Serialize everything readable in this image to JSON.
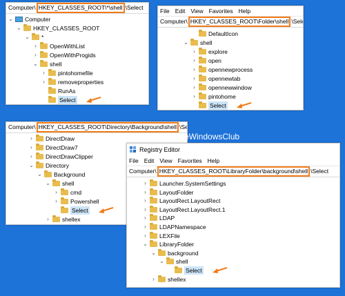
{
  "panel1": {
    "address": {
      "prefix": "Computer\\",
      "highlight": "HKEY_CLASSES_ROOT\\*\\shell",
      "suffix": "\\Select"
    },
    "tree": [
      {
        "label": "Computer",
        "indent": 0,
        "expander": "⌄",
        "icon": "computer"
      },
      {
        "label": "HKEY_CLASSES_ROOT",
        "indent": 1,
        "expander": "⌄",
        "icon": "folder"
      },
      {
        "label": "*",
        "indent": 2,
        "expander": "⌄",
        "icon": "folder"
      },
      {
        "label": "OpenWithList",
        "indent": 3,
        "expander": "›",
        "icon": "folder"
      },
      {
        "label": "OpenWithProgids",
        "indent": 3,
        "expander": "›",
        "icon": "folder"
      },
      {
        "label": "shell",
        "indent": 3,
        "expander": "⌄",
        "icon": "folder"
      },
      {
        "label": "pintohomefile",
        "indent": 4,
        "expander": "›",
        "icon": "folder"
      },
      {
        "label": "removeproperties",
        "indent": 4,
        "expander": "›",
        "icon": "folder"
      },
      {
        "label": "RunAs",
        "indent": 4,
        "expander": "",
        "icon": "folder"
      },
      {
        "label": "Select",
        "indent": 4,
        "expander": "",
        "icon": "folder",
        "selected": true
      }
    ]
  },
  "panel2": {
    "menu": [
      "File",
      "Edit",
      "View",
      "Favorites",
      "Help"
    ],
    "address": {
      "prefix": "Computer\\",
      "highlight": "HKEY_CLASSES_ROOT\\Folder\\shell",
      "suffix": "\\Select"
    },
    "tree": [
      {
        "label": "DefaultIcon",
        "indent": 1,
        "expander": "",
        "icon": "folder"
      },
      {
        "label": "shell",
        "indent": 0,
        "expander": "⌄",
        "icon": "folder"
      },
      {
        "label": "explore",
        "indent": 1,
        "expander": "›",
        "icon": "folder"
      },
      {
        "label": "open",
        "indent": 1,
        "expander": "›",
        "icon": "folder"
      },
      {
        "label": "opennewprocess",
        "indent": 1,
        "expander": "›",
        "icon": "folder"
      },
      {
        "label": "opennewtab",
        "indent": 1,
        "expander": "›",
        "icon": "folder"
      },
      {
        "label": "opennewwindow",
        "indent": 1,
        "expander": "›",
        "icon": "folder"
      },
      {
        "label": "pintohome",
        "indent": 1,
        "expander": "›",
        "icon": "folder"
      },
      {
        "label": "Select",
        "indent": 1,
        "expander": "",
        "icon": "folder",
        "selected": true
      }
    ]
  },
  "panel3": {
    "address": {
      "prefix": "Computer\\",
      "highlight": "HKEY_CLASSES_ROOT\\Directory\\Background\\shell",
      "suffix": "\\Select"
    },
    "tree": [
      {
        "label": "DirectDraw",
        "indent": 0,
        "expander": "›",
        "icon": "folder"
      },
      {
        "label": "DirectDraw7",
        "indent": 0,
        "expander": "›",
        "icon": "folder"
      },
      {
        "label": "DirectDrawClipper",
        "indent": 0,
        "expander": "›",
        "icon": "folder"
      },
      {
        "label": "Directory",
        "indent": 0,
        "expander": "⌄",
        "icon": "folder"
      },
      {
        "label": "Background",
        "indent": 1,
        "expander": "⌄",
        "icon": "folder"
      },
      {
        "label": "shell",
        "indent": 2,
        "expander": "⌄",
        "icon": "folder"
      },
      {
        "label": "cmd",
        "indent": 3,
        "expander": "›",
        "icon": "folder"
      },
      {
        "label": "Powershell",
        "indent": 3,
        "expander": "›",
        "icon": "folder"
      },
      {
        "label": "Select",
        "indent": 3,
        "expander": "",
        "icon": "folder",
        "selected": true
      },
      {
        "label": "shellex",
        "indent": 2,
        "expander": "›",
        "icon": "folder"
      }
    ]
  },
  "panel4": {
    "title": "Registry Editor",
    "menu": [
      "File",
      "Edit",
      "View",
      "Favorites",
      "Help"
    ],
    "address": {
      "prefix": "Computer\\",
      "highlight": "HKEY_CLASSES_ROOT\\LibraryFolder\\background\\shell",
      "suffix": "\\Select"
    },
    "tree": [
      {
        "label": "Launcher.SystemSettings",
        "indent": 0,
        "expander": "›",
        "icon": "folder"
      },
      {
        "label": "LayoutFolder",
        "indent": 0,
        "expander": "›",
        "icon": "folder"
      },
      {
        "label": "LayoutRect.LayoutRect",
        "indent": 0,
        "expander": "›",
        "icon": "folder"
      },
      {
        "label": "LayoutRect.LayoutRect.1",
        "indent": 0,
        "expander": "›",
        "icon": "folder"
      },
      {
        "label": "LDAP",
        "indent": 0,
        "expander": "›",
        "icon": "folder"
      },
      {
        "label": "LDAPNamespace",
        "indent": 0,
        "expander": "›",
        "icon": "folder"
      },
      {
        "label": "LEXFile",
        "indent": 0,
        "expander": "›",
        "icon": "folder"
      },
      {
        "label": "LibraryFolder",
        "indent": 0,
        "expander": "⌄",
        "icon": "folder"
      },
      {
        "label": "background",
        "indent": 1,
        "expander": "⌄",
        "icon": "folder"
      },
      {
        "label": "shell",
        "indent": 2,
        "expander": "⌄",
        "icon": "folder"
      },
      {
        "label": "Select",
        "indent": 3,
        "expander": "",
        "icon": "folder",
        "selected": true
      },
      {
        "label": "shellex",
        "indent": 1,
        "expander": "›",
        "icon": "folder"
      }
    ]
  },
  "watermark": {
    "text": "TheWindowsClub"
  },
  "colors": {
    "highlight": "#f07b19",
    "background": "#1e73d9",
    "folder": "#e8bc4e",
    "selection": "#cce4f7"
  }
}
